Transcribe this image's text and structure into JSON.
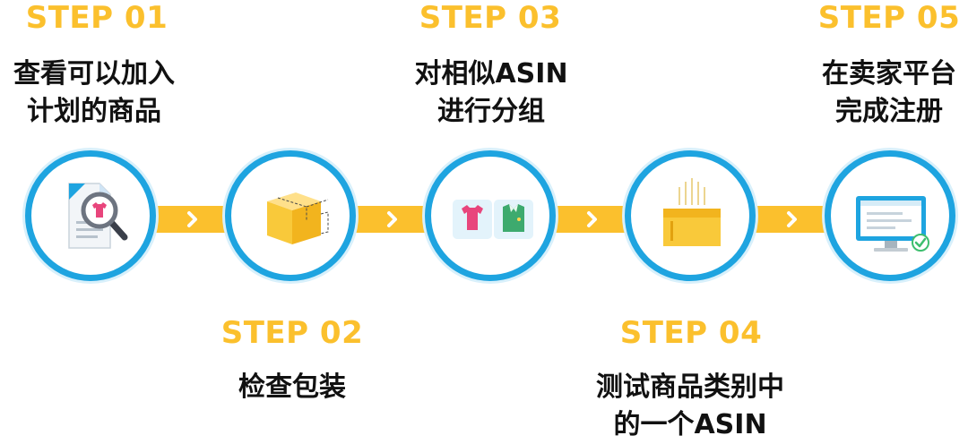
{
  "steps": [
    {
      "label": "STEP 01",
      "lines": [
        "查看可以加入",
        "计划的商品"
      ],
      "icon": "document-search-icon"
    },
    {
      "label": "STEP 02",
      "lines": [
        "检查包装"
      ],
      "icon": "box-icon"
    },
    {
      "label": "STEP 03",
      "lines": [
        "对相似ASIN",
        "进行分组"
      ],
      "icon": "clothing-group-icon"
    },
    {
      "label": "STEP 04",
      "lines": [
        "测试商品类别中",
        "的一个ASIN"
      ],
      "icon": "package-test-icon"
    },
    {
      "label": "STEP 05",
      "lines": [
        "在卖家平台",
        "完成注册"
      ],
      "icon": "monitor-check-icon"
    }
  ],
  "colors": {
    "accent": "#FBC02D",
    "ring": "#1EA4E0",
    "text": "#111111"
  }
}
